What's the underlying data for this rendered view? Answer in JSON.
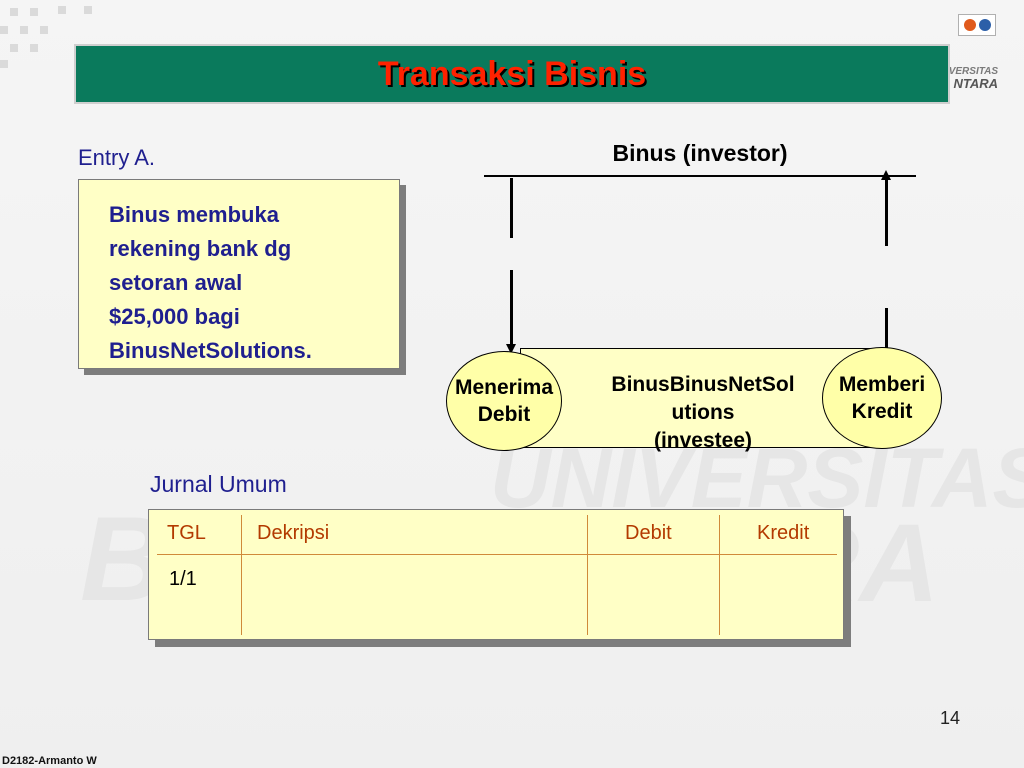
{
  "title": "Transaksi Bisnis",
  "entry_label": "Entry A.",
  "note_lines": [
    "Binus membuka",
    "rekening bank dg",
    "setoran awal",
    "$25,000 bagi",
    "BinusNetSolutions."
  ],
  "account": {
    "name": "Binus (investor)",
    "center_lines": [
      "BinusBinusNetSol",
      "utions",
      "(investee)"
    ],
    "left_oval": [
      "Menerima",
      "Debit"
    ],
    "right_oval": [
      "Memberi",
      "Kredit"
    ]
  },
  "journal": {
    "label": "Jurnal Umum",
    "headers": [
      "TGL",
      "Dekripsi",
      "Debit",
      "Kredit"
    ],
    "rows": [
      [
        "1/1",
        "",
        "",
        ""
      ]
    ]
  },
  "logo": [
    "VERSITAS",
    "NTARA"
  ],
  "watermark": [
    "UNIVERSITAS",
    "B",
    "RA"
  ],
  "page_number": "14",
  "footer": "D2182-Armanto W",
  "colors": {
    "title_bar": "#0a7a5c",
    "title_text": "#ff2200",
    "note_bg": "#ffffc6",
    "text_blue": "#1f1f8f",
    "header_text": "#b33a00"
  }
}
